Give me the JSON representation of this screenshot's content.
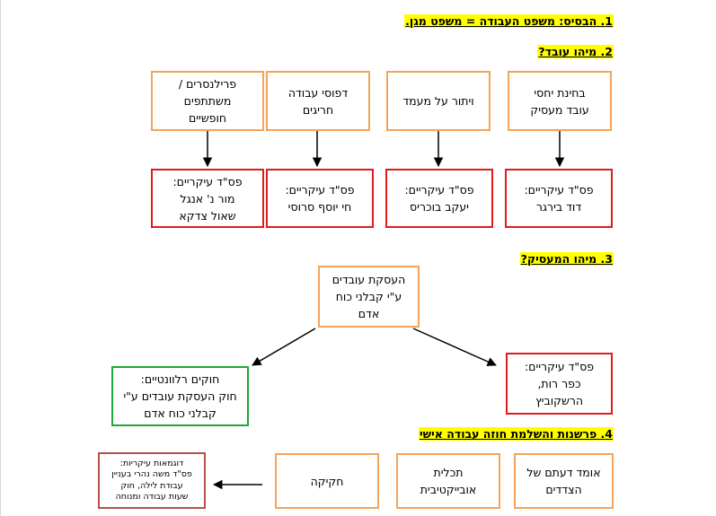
{
  "headings": {
    "h1": "1. הבסיס: משפט העבודה = משפט מגן.",
    "h2": "2. מיהו עובד?",
    "h3": "3. מיהו המעסיק?",
    "h4": "4. פרשנות והשלמת חוזה עבודה אישי"
  },
  "section2": {
    "tests": [
      "בחינת יחסי\nעובד מעסיק",
      "ויתור על מעמד",
      "דפוסי עבודה\nחריגים",
      "פרילנסרים /\nמשתתפים\nחופשיים"
    ],
    "rulings": [
      "פס\"ד עיקריים:\nדוד בירגר",
      "פס\"ד עיקריים:\nיעקב בוכריס",
      "פס\"ד עיקריים:\nחי יוסף סרוסי",
      "פס\"ד עיקריים:\nמור נ' אנגל\nשאול צדקא"
    ]
  },
  "section3": {
    "center": "העסקת עובדים\nע\"י קבלני כוח\nאדם",
    "ruling": "פס\"ד עיקריים:\nכפר רות,\nהרשקוביץ",
    "laws": "חוקים רלוונטיים:\nחוק העסקת עובדים ע\"י\nקבלני כוח אדם"
  },
  "section4": {
    "boxes": [
      "אומד דעתם של\nהצדדים",
      "תכלית\nאובייקטיבית",
      "חקיקה"
    ],
    "examples": "דוגמאות עיקריות:\nפס\"ד משה נהרי בעניין\nעבודת לילה, חוק\nשעות עבודה ומנוחה"
  }
}
